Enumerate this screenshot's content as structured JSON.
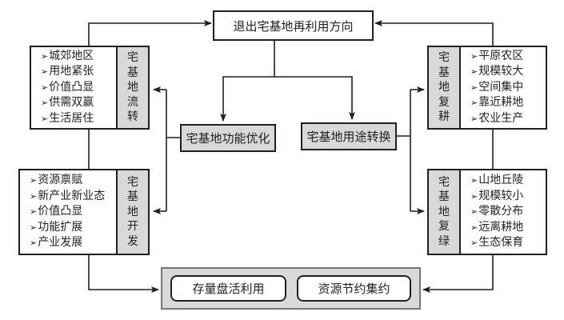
{
  "diagram": {
    "title": "退出宅基地再利用方向",
    "center": {
      "function_optimization": "宅基地功能优化",
      "use_conversion": "宅基地用途转换"
    },
    "bullet_glyph": "➢",
    "cards": [
      {
        "id": "circulation",
        "label_chars": [
          "宅",
          "基",
          "地",
          "流",
          "转"
        ],
        "items": [
          "城郊地区",
          "用地紧张",
          "价值凸显",
          "供需双赢",
          "生活居住"
        ]
      },
      {
        "id": "development",
        "label_chars": [
          "宅",
          "基",
          "地",
          "开",
          "发"
        ],
        "items": [
          "资源禀赋",
          "新产业新业态",
          "价值凸显",
          "功能扩展",
          "产业发展"
        ]
      },
      {
        "id": "recultivation",
        "label_chars": [
          "宅",
          "基",
          "地",
          "复",
          "耕"
        ],
        "items": [
          "平原农区",
          "规模较大",
          "空间集中",
          "靠近耕地",
          "农业生产"
        ]
      },
      {
        "id": "regreening",
        "label_chars": [
          "宅",
          "基",
          "地",
          "复",
          "绿"
        ],
        "items": [
          "山地丘陵",
          "规模较小",
          "零散分布",
          "远离耕地",
          "生态保育"
        ]
      }
    ],
    "outcomes": [
      "存量盘活利用",
      "资源节约集约"
    ]
  },
  "colors": {
    "line": "#231f20",
    "fill_gray": "#d9d9d9",
    "background": "#ffffff"
  }
}
